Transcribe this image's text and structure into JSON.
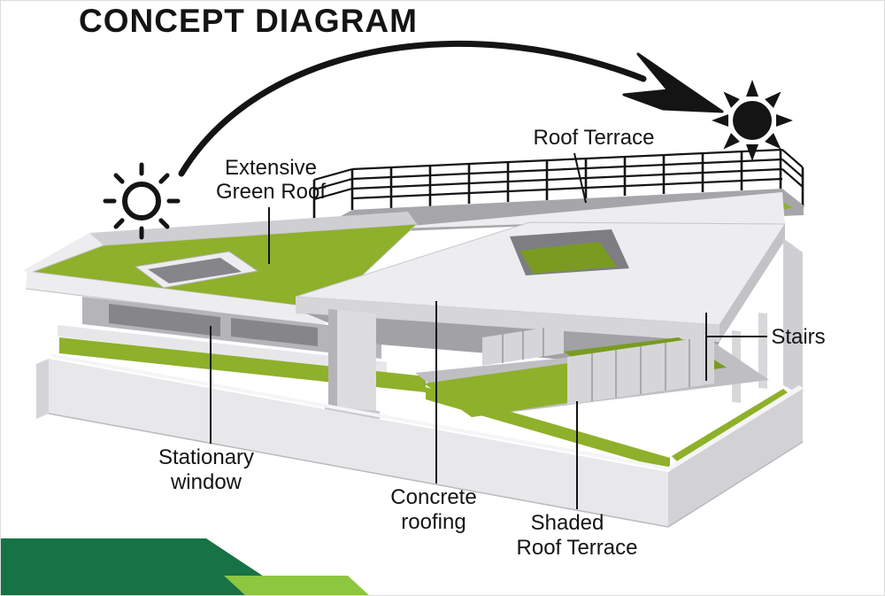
{
  "title": "CONCEPT DIAGRAM",
  "labels": {
    "roof_terrace": "Roof Terrace",
    "extensive_green_roof": {
      "line1": "Extensive",
      "line2": "Green Roof"
    },
    "stairs": "Stairs",
    "stationary_window": {
      "line1": "Stationary",
      "line2": "window"
    },
    "concrete_roofing": {
      "line1": "Concrete",
      "line2": "roofing"
    },
    "shaded_roof_terrace": {
      "line1": "Shaded",
      "line2": "Roof Terrace"
    }
  },
  "icons": {
    "left": "sun-outline-icon",
    "right": "sun-filled-icon",
    "path": "sun-path-arrow-icon"
  },
  "colors": {
    "green_roof": "#8fb02a",
    "green_roof_shaded": "#7a9b20",
    "accent_green_dark": "#177245",
    "accent_green_light": "#8dc63f",
    "building_light": "#ededf0",
    "building_mid": "#cfcfd3",
    "building_dark": "#a6a6aa",
    "ink": "#141414"
  }
}
